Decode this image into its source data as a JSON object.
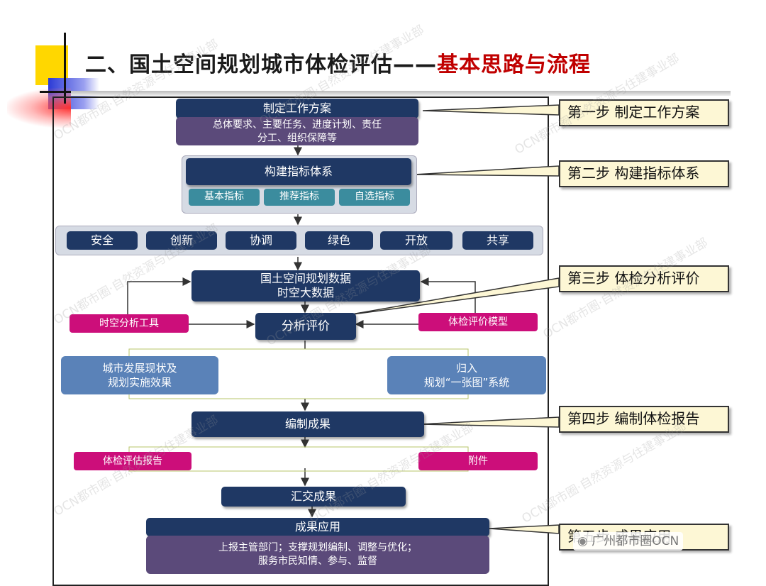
{
  "title": {
    "main": "二、国土空间规划城市体检评估——",
    "emphasis": "基本思路与流程"
  },
  "flow": {
    "step1_header": "制定工作方案",
    "step1_body_l1": "总体要求、主要任务、进度计划、责任",
    "step1_body_l2": "分工、组织保障等",
    "step2_header": "构建指标体系",
    "indicators": [
      "基本指标",
      "推荐指标",
      "自选指标"
    ],
    "principles": [
      "安全",
      "创新",
      "协调",
      "绿色",
      "开放",
      "共享"
    ],
    "data_l1": "国土空间规划数据",
    "data_l2": "时空大数据",
    "tool_left": "时空分析工具",
    "analysis": "分析评价",
    "tool_right": "体检评价模型",
    "out_left_l1": "城市发展现状及",
    "out_left_l2": "规划实施效果",
    "out_right_l1": "归入",
    "out_right_l2": "规划“一张图”系统",
    "compile": "编制成果",
    "report": "体检评估报告",
    "attachment": "附件",
    "submit": "汇交成果",
    "apply": "成果应用",
    "apply_l1": "上报主管部门；支撑规划编制、调整与优化；",
    "apply_l2": "服务市民知情、参与、监督"
  },
  "callouts": {
    "step1": "第一步 制定工作方案",
    "step2": "第二步 构建指标体系",
    "step3": "第三步 体检分析评价",
    "step4": "第四步 编制体检报告",
    "step5": "第五步 成果应用"
  },
  "watermark": {
    "text": "OCN都市圈·自然资源与住建事业部",
    "badge": "广州都市圈OCN"
  },
  "colors": {
    "navy": "#1f3864",
    "purple": "#5b4a7a",
    "teal": "#3b8c9e",
    "magenta": "#cc0e7a",
    "steel_blue": "#5a82b8",
    "callout_fill": "#fdf7d5",
    "title_accent": "#c00000"
  }
}
